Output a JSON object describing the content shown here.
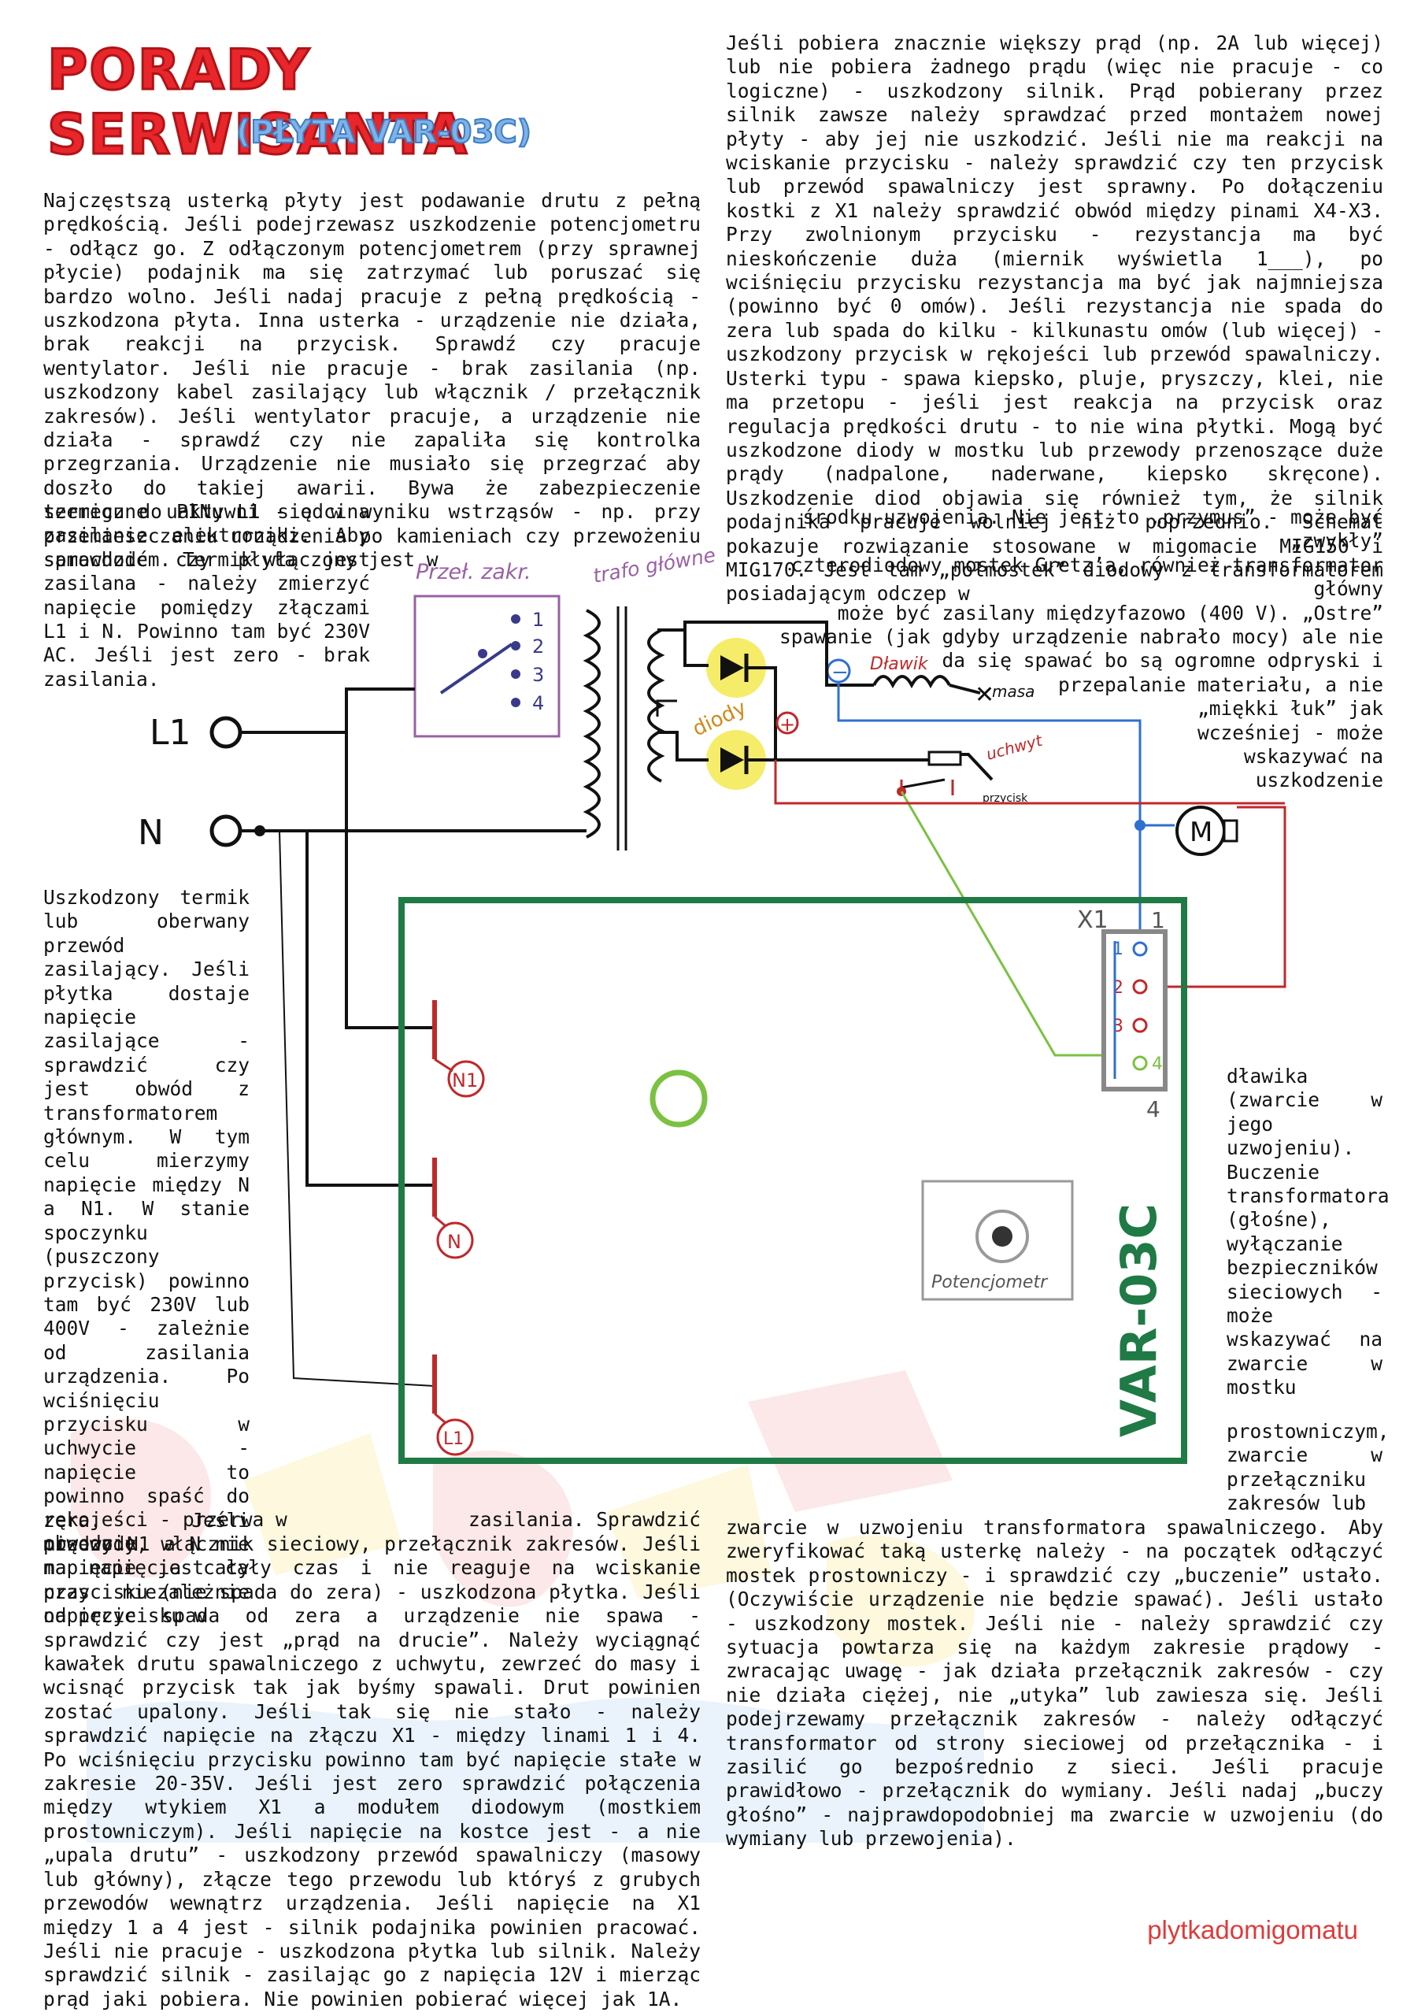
{
  "header": {
    "title": "PORADY SERWISANTA",
    "subtitle": "(PŁYTA VAR-03C)"
  },
  "col1_top": "Najczęstszą usterką płyty jest podawanie drutu z pełną prędkością. Jeśli podejrzewasz uszkodzenie potencjometru - odłącz go. Z odłączonym potencjometrem (przy sprawnej płycie) podajnik ma się zatrzymać lub poruszać się bardzo wolno. Jeśli nadaj pracuje z pełną prędkością - uszkodzona płyta. Inna usterka - urządzenie nie działa, brak reakcji na przycisk. Sprawdź czy pracuje wentylator. Jeśli nie pracuje - brak zasilania (np. uszkodzony kabel zasilający lub włącznik / przełącznik zakresów). Jeśli wentylator pracuje, a urządzenie nie działa - sprawdź czy nie zapaliła się kontrolka przegrzania. Urządzenie nie musiało się przegrzać aby doszło do takiej awarii. Bywa że zabezpieczenie termiczne uaktywni się w wyniku wstrząsów - np. przy przemieszczaniu urządzenia po kamieniach czy przewożeniu samochodem. Termik włączony jest w",
  "col1_narrow": "szeregu do PINu L1 - odcina zasilanie elektroniki. Aby sprawdzić czy płyta jest zasilana - należy zmierzyć napięcie pomiędzy złączami L1 i N. Powinno tam być 230V AC. Jeśli jest zero - brak zasilania.",
  "col2_top": "Jeśli pobiera znacznie większy prąd (np. 2A lub więcej) lub nie pobiera żadnego prądu (więc nie pracuje - co logiczne) - uszkodzony silnik. Prąd pobierany przez silnik zawsze należy sprawdzać przed montażem nowej płyty - aby jej nie uszkodzić. Jeśli nie ma reakcji na wciskanie przycisku - należy sprawdzić czy ten przycisk lub przewód spawalniczy jest sprawny. Po dołączeniu kostki z X1 należy sprawdzić obwód między pinami X4-X3. Przy zwolnionym przycisku - rezystancja ma być nieskończenie duża (miernik wyświetla 1___), po wciśnięciu przycisku rezystancja ma być jak najmniejsza (powinno być 0 omów). Jeśli rezystancja nie spada do zera lub spada do kilku - kilkunastu omów (lub więcej) - uszkodzony przycisk w rękojeści lub przewód spawalniczy. Usterki typu - spawa kiepsko, pluje, pryszczy, klei, nie ma przetopu - jeśli jest reakcja na przycisk oraz regulacja prędkości drutu - to nie wina płytki. Mogą być uszkodzone diody w mostku lub przewody przenoszące duże prądy (nadpalone, naderwane, kiepsko skręcone). Uszkodzenie diod objawia się również tym, że silnik podajnika pracuje wolniej niż poprzednio. Schemat pokazuje rozwiązanie stosowane w migomacie MIG150 i MIG170. Jest tam „półmostek” diodowy z transformatorem posiadającym odczep w",
  "col2_taper": [
    "środku uzwojenia. Nie jest to „przymus” - może być „zwykły”",
    "czterodiodowy mostek Gretz’a, również transformator główny",
    "może być zasilany międzyfazowo (400 V). „Ostre”",
    "spawanie (jak gdyby urządzenie nabrało mocy) ale nie",
    "da się spawać bo są ogromne odpryski i",
    "przepalanie materiału, a nie",
    "„miękki łuk” jak",
    "wcześniej - może",
    "wskazywać na",
    "uszkodzenie"
  ],
  "col2_right": "dławika (zwarcie w jego uzwojeniu). Buczenie transformatora (głośne), wyłączanie bezpieczników sieciowych - może wskazywać na zwarcie w mostku",
  "col2_right2": "prostowniczym, zwarcie w przełączniku zakresów lub",
  "col2_bottom": "zwarcie w uzwojeniu transformatora spawalniczego. Aby zweryfikować taką usterkę należy - na początek odłączyć mostek prostowniczy - i sprawdzić czy „buczenie” ustało. (Oczywiście urządzenie nie będzie spawać). Jeśli ustało - uszkodzony mostek. Jeśli nie - należy sprawdzić czy sytuacja powtarza się na każdym zakresie prądowy - zwracając uwagę - jak działa przełącznik zakresów - czy nie działa ciężej, nie „utyka” lub zawiesza się. Jeśli podejrzewamy przełącznik zakresów - należy odłączyć transformator od strony sieciowej od przełącznika - i zasilić go bezpośrednio z sieci. Jeśli pracuje prawidłowo - przełącznik do wymiany. Jeśli nadaj „buczy głośno” - najprawdopodobniej ma zwarcie w uzwojeniu (do wymiany lub przewojenia).",
  "col1_left": "Uszkodzony termik lub oberwany przewód zasilający. Jeśli płytka dostaje napięcie zasilające - sprawdzić czy jest obwód z transformatorem głównym. W tym celu mierzymy napięcie między N a N1. W stanie spoczynku (puszczony przycisk) powinno tam być 230V lub 400V - zależnie od zasilania urządzenia. Po wciśnięciu przycisku w uchwycie - napięcie to powinno spaść do zera. Jeśli między N1 a N nie ma napięcia cały czas niezależnie od przycisku w",
  "col1_bottom_lead": "rękojeści - przerwa w obwodzie",
  "col1_bottom_lead2": "zasilania. Sprawdzić",
  "col1_bottom": "przewody, włącznik sieciowy, przełącznik zakresów. Jeśli napięcie jest cały czas i nie reaguje na wciskanie przycisku (nie spada do zera) - uszkodzona płytka. Jeśli napięcie spada od zera a urządzenie nie spawa - sprawdzić czy jest „prąd na drucie”. Należy wyciągnąć kawałek drutu spawalniczego z uchwytu, zewrzeć do masy i wcisnąć przycisk tak jak byśmy spawali. Drut powinien zostać upalony. Jeśli tak się nie stało - należy sprawdzić napięcie na złączu X1 - między linami 1 i 4. Po wciśnięciu przycisku powinno tam być napięcie stałe w zakresie 20-35V. Jeśli jest zero sprawdzić połączenia między wtykiem X1 a modułem diodowym (mostkiem prostowniczym). Jeśli napięcie na kostce jest - a nie „upala drutu” - uszkodzony przewód spawalniczy (masowy lub główny), złącze tego przewodu lub któryś z grubych przewodów wewnątrz urządzenia. Jeśli napięcie na X1 między 1 a 4 jest - silnik podajnika powinien pracować. Jeśli nie pracuje - uszkodzona płytka lub silnik. Należy sprawdzić silnik - zasilając go z napięcia 12V i mierząc prąd jaki pobiera. Nie powinien pobierać więcej jak 1A.",
  "diagram": {
    "label_switch": "Przeł. zakr.",
    "label_trafo": "trafo główne",
    "label_diody": "diody",
    "label_dlawik": "Dławik",
    "label_masa": "masa",
    "label_uchwyt": "uchwyt",
    "label_przycisk": "przycisk",
    "label_L1": "L1",
    "label_N": "N",
    "label_minus": "−",
    "label_plus": "+",
    "motor": "M",
    "switch_positions": [
      "1",
      "2",
      "3",
      "4"
    ],
    "x1_title": "X1",
    "x1_one": "1",
    "x1_pins": [
      "1",
      "2",
      "3",
      "4"
    ],
    "x1_four": "4",
    "board_name": "VAR-03C",
    "pot_label": "Potencjometr",
    "term_N1": "N1",
    "term_N": "N",
    "term_L1": "L1"
  },
  "footer": "plytkadomigomatu",
  "colors": {
    "title_red": "#e8262b",
    "subtitle_blue": "#7fb2e6",
    "board_green": "#2e8b57",
    "wire_red": "#c0282a",
    "wire_blue": "#2f6fd0",
    "diode_yellow": "#f5ec6a",
    "switch_purple": "#9a5fa5"
  }
}
